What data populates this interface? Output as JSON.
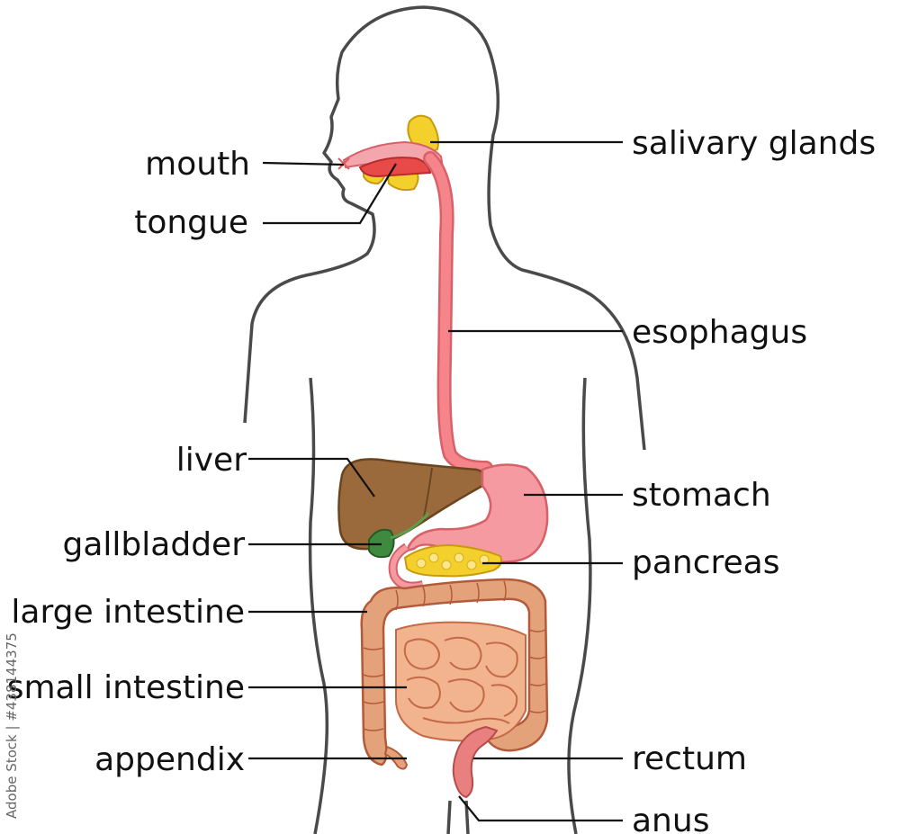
{
  "colors": {
    "outline": "#4a4a4a",
    "esophagus": "#f5858b",
    "liver": "#9b6a3c",
    "stomach": "#f59aa0",
    "pancreas": "#f4d02c",
    "gallbladder": "#3e8a3e",
    "intestine": "#e4a27a",
    "leader": "#111111"
  },
  "labels": {
    "mouth": "mouth",
    "tongue": "tongue",
    "salivary_glands": "salivary glands",
    "esophagus": "esophagus",
    "liver": "liver",
    "stomach": "stomach",
    "gallbladder": "gallbladder",
    "pancreas": "pancreas",
    "large_intestine": "large intestine",
    "small_intestine": "small intestine",
    "appendix": "appendix",
    "rectum": "rectum",
    "anus": "anus"
  },
  "watermark": {
    "stock_id": "Adobe Stock | #438144375"
  }
}
